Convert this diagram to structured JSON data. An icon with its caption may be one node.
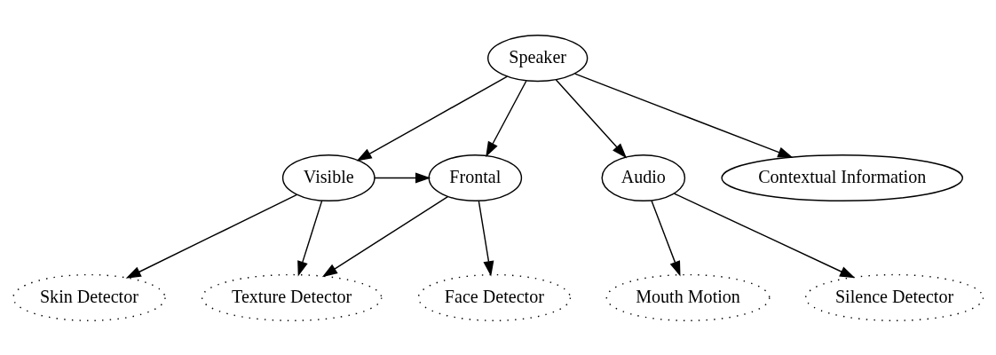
{
  "diagram": {
    "nodes": [
      {
        "text": [
          "Speaker"
        ]
      },
      {
        "text": [
          "Visible"
        ]
      },
      {
        "text": [
          "Frontal"
        ]
      },
      {
        "text": [
          "Audio"
        ]
      },
      {
        "text": [
          "Contextual Information"
        ]
      },
      {
        "text": [
          "Skin Detector"
        ]
      },
      {
        "text": [
          "Texture Detector"
        ]
      },
      {
        "text": [
          "Face Detector"
        ]
      },
      {
        "text": [
          "Mouth Motion"
        ]
      },
      {
        "text": [
          "Silence Detector"
        ]
      }
    ],
    "edges": [
      {
        "from": 0,
        "to": 1,
        "arrow": "to"
      },
      {
        "from": 0,
        "to": 2,
        "arrow": "to"
      },
      {
        "from": 0,
        "to": 3,
        "arrow": "to"
      },
      {
        "from": 0,
        "to": 4,
        "arrow": "to"
      },
      {
        "from": 1,
        "to": 2,
        "arrow": "to"
      },
      {
        "from": 1,
        "to": 5,
        "arrow": "to"
      },
      {
        "from": 1,
        "to": 6,
        "arrow": "to"
      },
      {
        "from": 2,
        "to": 6,
        "arrow": "to"
      },
      {
        "from": 2,
        "to": 7,
        "arrow": "to"
      },
      {
        "from": 3,
        "to": 8,
        "arrow": "to"
      },
      {
        "from": 3,
        "to": 9,
        "arrow": "to"
      }
    ]
  }
}
